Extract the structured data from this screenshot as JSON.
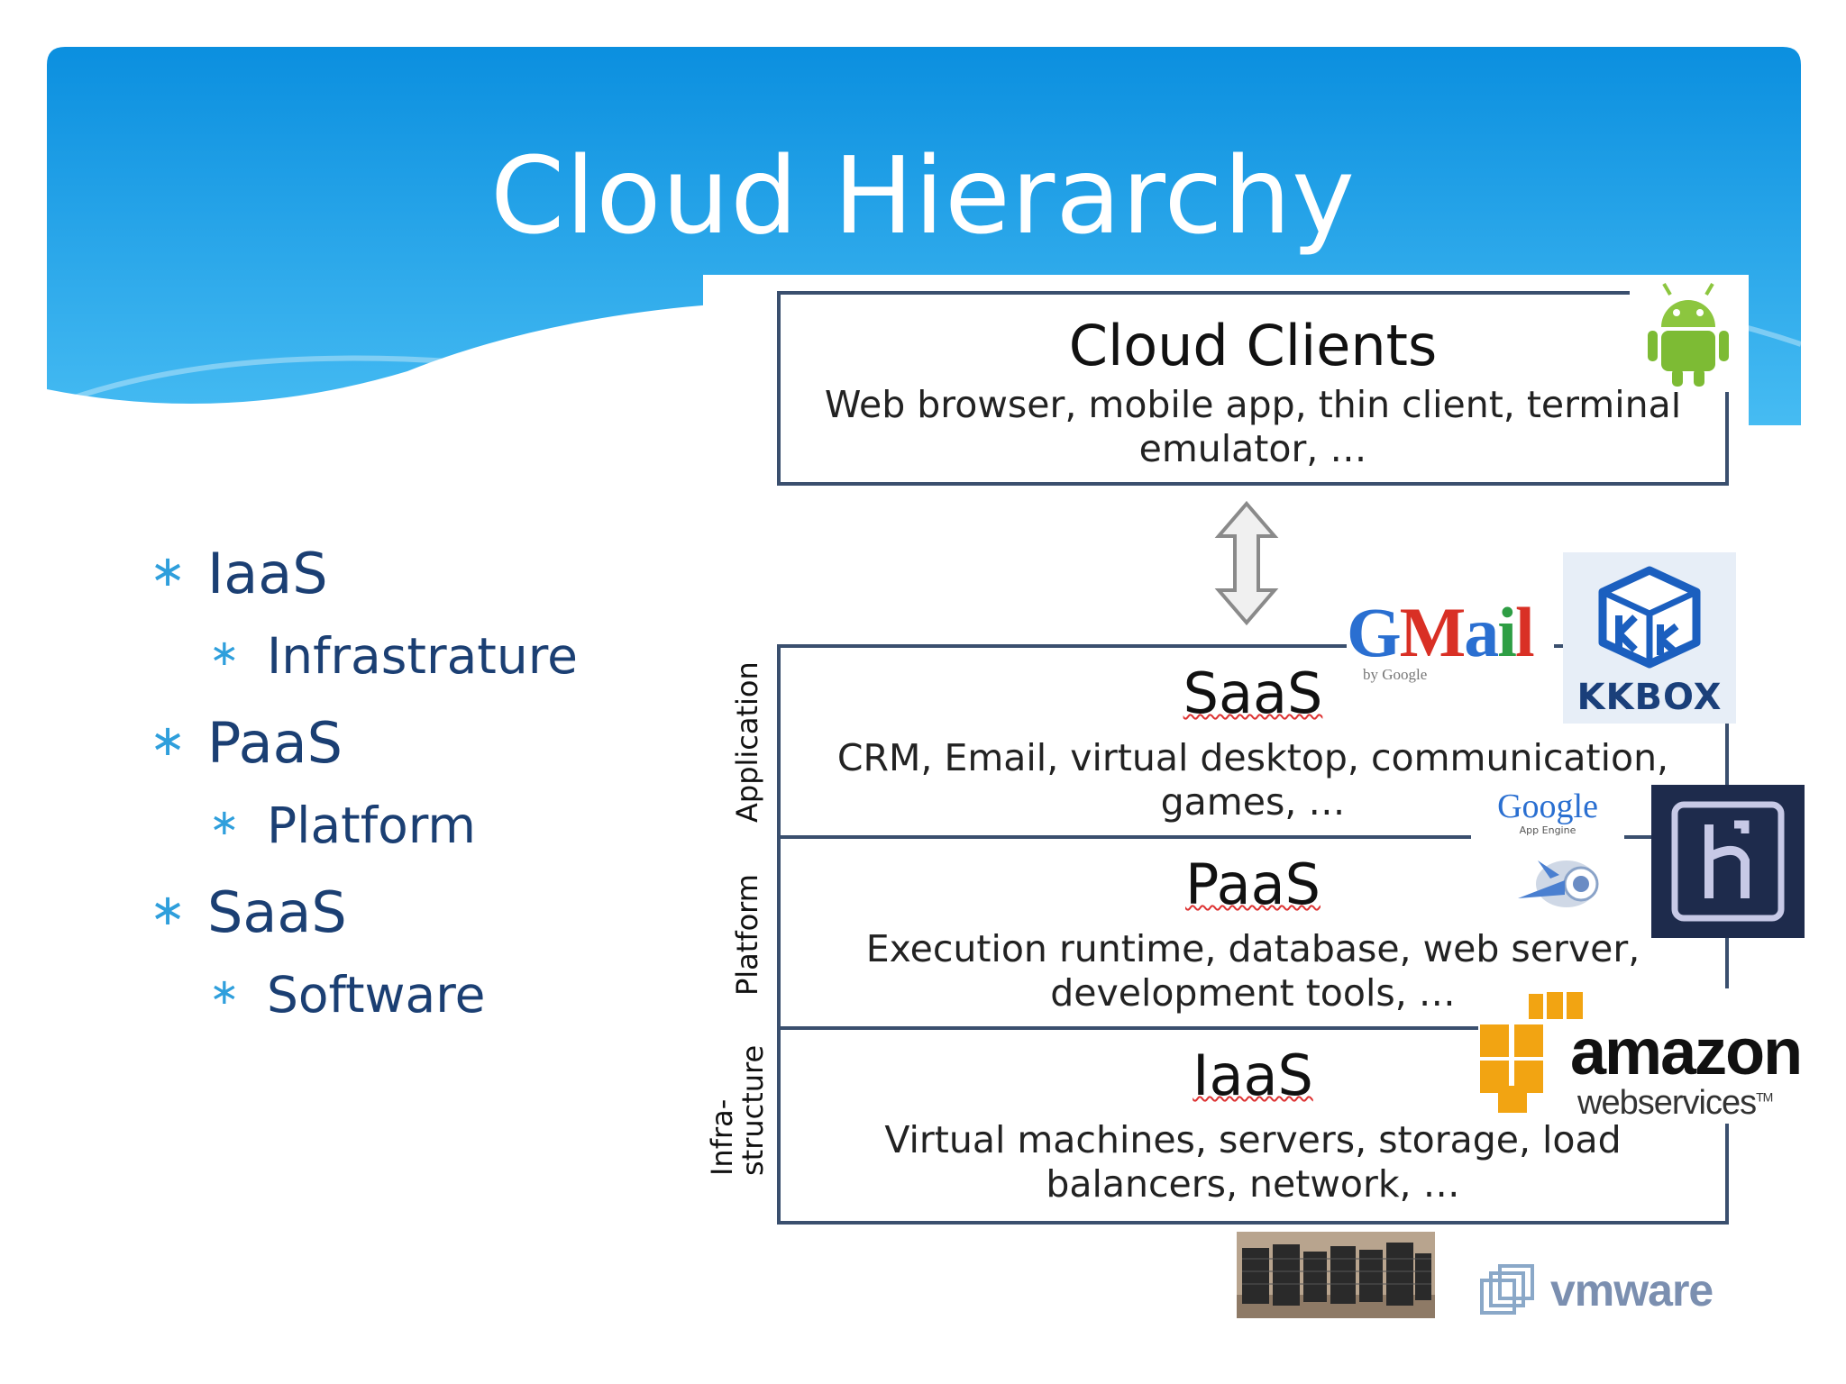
{
  "slide": {
    "title": "Cloud Hierarchy",
    "banner_color": "#1ea0e8"
  },
  "bullets": [
    {
      "label": "IaaS",
      "sub": "Infrastrature"
    },
    {
      "label": "PaaS",
      "sub": "Platform"
    },
    {
      "label": "SaaS",
      "sub": "Software"
    }
  ],
  "diagram": {
    "clients": {
      "title": "Cloud Clients",
      "desc_line1": "Web browser, mobile app, thin client, terminal",
      "desc_line2": "emulator, …"
    },
    "saas": {
      "title": "SaaS",
      "desc_line1": "CRM, Email, virtual desktop, communication,",
      "desc_line2": "games, …",
      "side_label": "Application"
    },
    "paas": {
      "title": "PaaS",
      "desc_line1": "Execution runtime, database, web server,",
      "desc_line2": "development tools, …",
      "side_label": "Platform"
    },
    "iaas": {
      "title": "IaaS",
      "desc_line1": "Virtual machines, servers, storage, load",
      "desc_line2": "balancers, network, …",
      "side_label_1": "Infra-",
      "side_label_2": "structure"
    }
  },
  "logos": {
    "gmail": {
      "text": "Gmail",
      "sub": "by Google"
    },
    "kkbox": {
      "text": "KKBOX"
    },
    "google_app_engine": {
      "text": "Google",
      "sub": "App Engine"
    },
    "amazon": {
      "text": "amazon",
      "sub": "webservices",
      "tm": "TM"
    },
    "vmware": {
      "text": "vmware"
    }
  }
}
